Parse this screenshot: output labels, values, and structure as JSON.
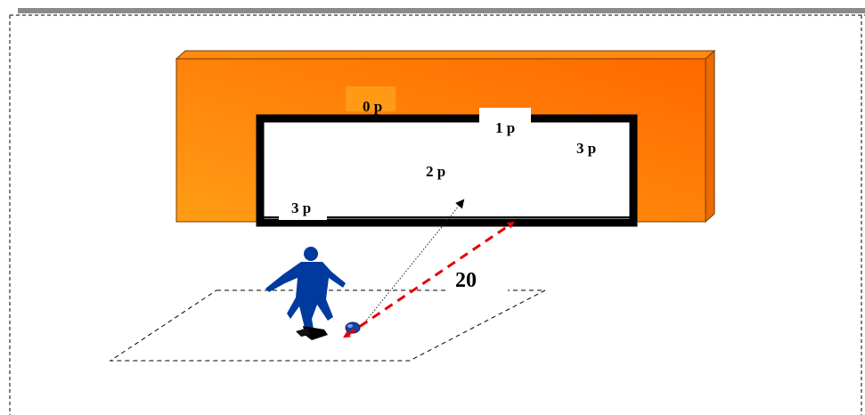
{
  "labels": {
    "top_zone": "0 p",
    "crossbar_zone": "1 p",
    "center_zone": "2 p",
    "right_zone": "3 p",
    "left_zone": "3 p",
    "distance": "20"
  },
  "colors": {
    "wall_light": "#ff9d14",
    "wall_dark": "#ff6a00",
    "top_zone_box": "#ff9a16",
    "goal_frame": "#000000",
    "player": "#003a9e",
    "shot_arrow": "#e60000",
    "aim_line": "#222222",
    "border_bar": "#8a8a8a"
  }
}
